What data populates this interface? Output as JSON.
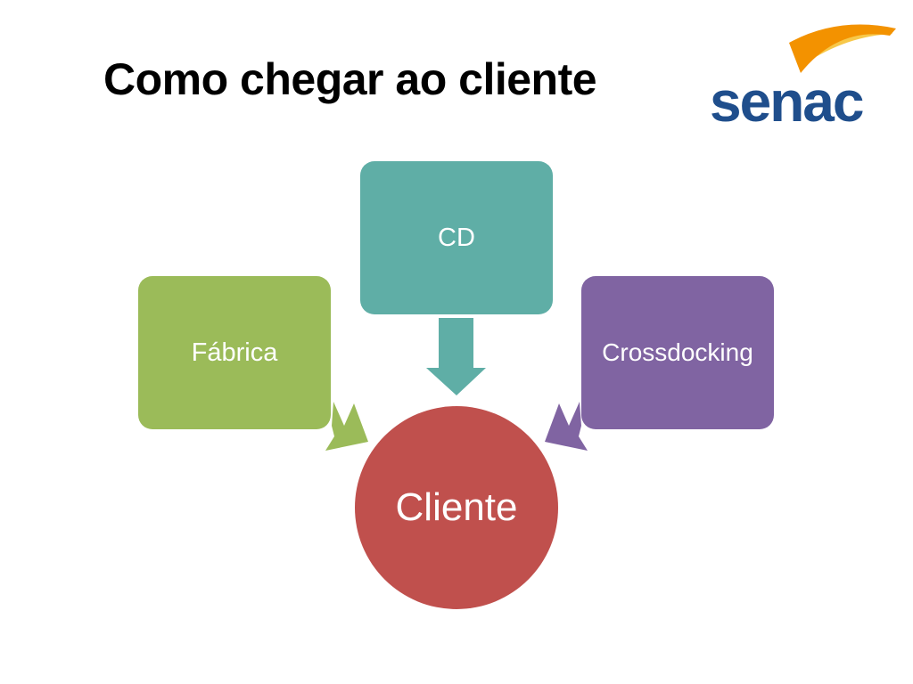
{
  "slide": {
    "title": "Como chegar ao cliente"
  },
  "logo": {
    "text": "senac"
  },
  "diagram": {
    "center": {
      "label": "Cliente",
      "color": "#c0504d"
    },
    "nodes": [
      {
        "id": "cd",
        "label": "CD",
        "color": "#5faea6"
      },
      {
        "id": "fabrica",
        "label": "Fábrica",
        "color": "#9bbb59"
      },
      {
        "id": "crossdocking",
        "label": "Crossdocking",
        "color": "#8064a2"
      }
    ]
  },
  "colors": {
    "logo_blue": "#1f4e8c",
    "logo_orange": "#f39200",
    "logo_yellow": "#f7c84a"
  }
}
